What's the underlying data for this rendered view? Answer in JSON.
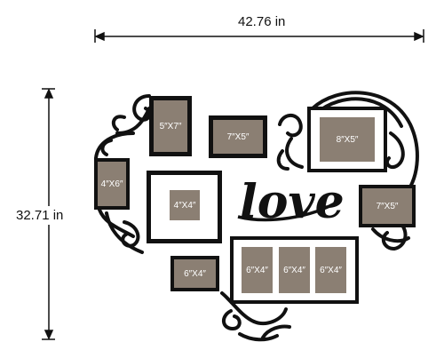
{
  "dimensions": {
    "width_label": "42.76 in",
    "height_label": "32.71 in"
  },
  "decor": {
    "text": "love"
  },
  "frames": [
    {
      "label": "5″X7″"
    },
    {
      "label": "7″X5″"
    },
    {
      "label": "8″X5″"
    },
    {
      "label": "4″X6″"
    },
    {
      "label": "4″X4″"
    },
    {
      "label": "7″X5″"
    },
    {
      "label": "6″X4″"
    },
    {
      "label": "6″X4″"
    },
    {
      "label": "6″X4″"
    },
    {
      "label": "6″X4″"
    }
  ],
  "colors": {
    "frame": "#111111",
    "photo": "#8b7f73",
    "mat": "#ffffff"
  }
}
